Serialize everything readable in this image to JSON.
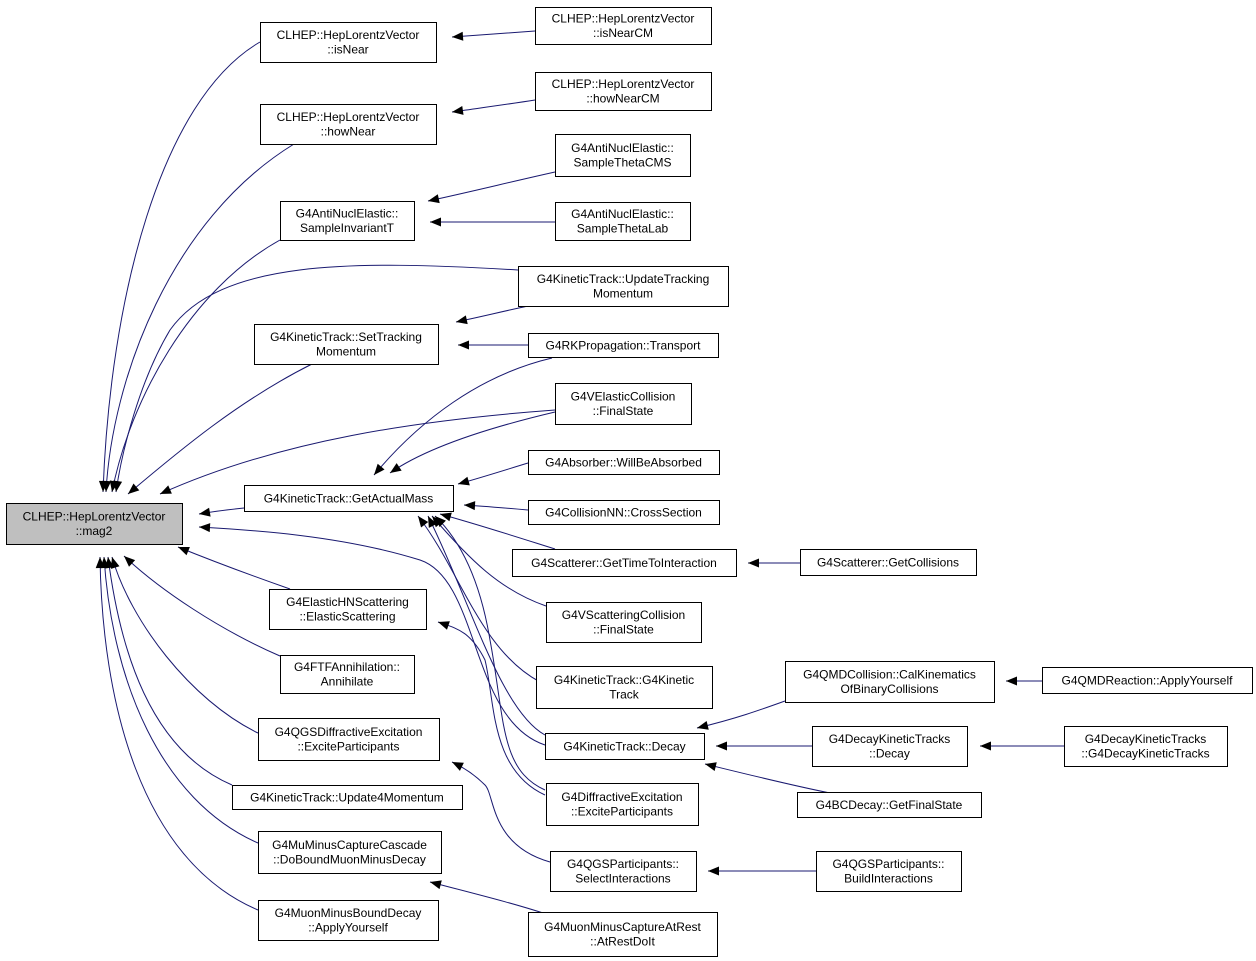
{
  "colors": {
    "edge": "#191970",
    "node_border": "#000000",
    "node_fill": "#ffffff",
    "root_fill": "#bfbfbf"
  },
  "nodes": {
    "root": {
      "lines": [
        "CLHEP::HepLorentzVector",
        "::mag2"
      ]
    },
    "isNear": {
      "lines": [
        "CLHEP::HepLorentzVector",
        "::isNear"
      ]
    },
    "isNearCM": {
      "lines": [
        "CLHEP::HepLorentzVector",
        "::isNearCM"
      ]
    },
    "howNear": {
      "lines": [
        "CLHEP::HepLorentzVector",
        "::howNear"
      ]
    },
    "howNearCM": {
      "lines": [
        "CLHEP::HepLorentzVector",
        "::howNearCM"
      ]
    },
    "sampleInvariantT": {
      "lines": [
        "G4AntiNuclElastic::",
        "SampleInvariantT"
      ]
    },
    "sampleThetaCMS": {
      "lines": [
        "G4AntiNuclElastic::",
        "SampleThetaCMS"
      ]
    },
    "sampleThetaLab": {
      "lines": [
        "G4AntiNuclElastic::",
        "SampleThetaLab"
      ]
    },
    "updateTrackingMomentum": {
      "lines": [
        "G4KineticTrack::UpdateTracking",
        "Momentum"
      ]
    },
    "setTrackingMomentum": {
      "lines": [
        "G4KineticTrack::SetTracking",
        "Momentum"
      ]
    },
    "rkTransport": {
      "lines": [
        "G4RKPropagation::Transport"
      ]
    },
    "vElasticFinalState": {
      "lines": [
        "G4VElasticCollision",
        "::FinalState"
      ]
    },
    "willBeAbsorbed": {
      "lines": [
        "G4Absorber::WillBeAbsorbed"
      ]
    },
    "getActualMass": {
      "lines": [
        "G4KineticTrack::GetActualMass"
      ]
    },
    "crossSection": {
      "lines": [
        "G4CollisionNN::CrossSection"
      ]
    },
    "getTimeToInteraction": {
      "lines": [
        "G4Scatterer::GetTimeToInteraction"
      ]
    },
    "getCollisions": {
      "lines": [
        "G4Scatterer::GetCollisions"
      ]
    },
    "vScatteringFinalState": {
      "lines": [
        "G4VScatteringCollision",
        "::FinalState"
      ]
    },
    "elasticScattering": {
      "lines": [
        "G4ElasticHNScattering",
        "::ElasticScattering"
      ]
    },
    "ktConstructor": {
      "lines": [
        "G4KineticTrack::G4Kinetic",
        "Track"
      ]
    },
    "ftfAnnihilate": {
      "lines": [
        "G4FTFAnnihilation::",
        "Annihilate"
      ]
    },
    "calKinematics": {
      "lines": [
        "G4QMDCollision::CalKinematics",
        "OfBinaryCollisions"
      ]
    },
    "qmdApplyYourself": {
      "lines": [
        "G4QMDReaction::ApplyYourself"
      ]
    },
    "qgsExciteParticipants": {
      "lines": [
        "G4QGSDiffractiveExcitation",
        "::ExciteParticipants"
      ]
    },
    "ktDecay": {
      "lines": [
        "G4KineticTrack::Decay"
      ]
    },
    "dktDecay": {
      "lines": [
        "G4DecayKineticTracks",
        "::Decay"
      ]
    },
    "dktConstructor": {
      "lines": [
        "G4DecayKineticTracks",
        "::G4DecayKineticTracks"
      ]
    },
    "update4Momentum": {
      "lines": [
        "G4KineticTrack::Update4Momentum"
      ]
    },
    "diffExciteParticipants": {
      "lines": [
        "G4DiffractiveExcitation",
        "::ExciteParticipants"
      ]
    },
    "bcGetFinalState": {
      "lines": [
        "G4BCDecay::GetFinalState"
      ]
    },
    "doBoundMuonMinusDecay": {
      "lines": [
        "G4MuMinusCaptureCascade",
        "::DoBoundMuonMinusDecay"
      ]
    },
    "selectInteractions": {
      "lines": [
        "G4QGSParticipants::",
        "SelectInteractions"
      ]
    },
    "buildInteractions": {
      "lines": [
        "G4QGSParticipants::",
        "BuildInteractions"
      ]
    },
    "muonBoundApplyYourself": {
      "lines": [
        "G4MuonMinusBoundDecay",
        "::ApplyYourself"
      ]
    },
    "atRestDoIt": {
      "lines": [
        "G4MuonMinusCaptureAtRest",
        "::AtRestDoIt"
      ]
    }
  }
}
